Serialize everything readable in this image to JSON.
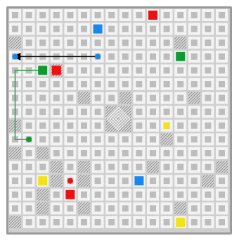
{
  "board": {
    "grid_rows": 16,
    "grid_cols": 16,
    "colors": {
      "frame": "#9a9a9a",
      "field": "#cfcfcf",
      "gap": "#d9d9d9",
      "tile_outer": "#f3f3f3",
      "tile_inner": "#bdbdbd",
      "hatch_light": "#dadada",
      "hatch_dark": "#8f8f8f"
    },
    "blocked_cells": [
      {
        "row": 2,
        "col": 0
      },
      {
        "row": 2,
        "col": 12
      },
      {
        "row": 4,
        "col": 3
      },
      {
        "row": 6,
        "col": 5
      },
      {
        "row": 6,
        "col": 8
      },
      {
        "row": 6,
        "col": 13
      },
      {
        "row": 8,
        "col": 0
      },
      {
        "row": 9,
        "col": 11
      },
      {
        "row": 10,
        "col": 0
      },
      {
        "row": 10,
        "col": 2
      },
      {
        "row": 11,
        "col": 3
      },
      {
        "row": 11,
        "col": 5
      },
      {
        "row": 11,
        "col": 10
      },
      {
        "row": 11,
        "col": 15
      },
      {
        "row": 12,
        "col": 3
      },
      {
        "row": 12,
        "col": 5
      },
      {
        "row": 12,
        "col": 14
      },
      {
        "row": 13,
        "col": 2
      },
      {
        "row": 14,
        "col": 2
      },
      {
        "row": 14,
        "col": 5
      },
      {
        "row": 14,
        "col": 12
      },
      {
        "row": 15,
        "col": 0
      }
    ],
    "center_block": {
      "row": 7,
      "col": 7,
      "rows": 2,
      "cols": 2
    }
  },
  "pieces": [
    {
      "row": 1,
      "col": 6,
      "color": "#1a86ee",
      "kind": "square"
    },
    {
      "row": 0,
      "col": 10,
      "color": "#ee1111",
      "kind": "square"
    },
    {
      "row": 3,
      "col": 12,
      "color": "#119933",
      "kind": "square"
    },
    {
      "row": 4,
      "col": 2,
      "color": "#119933",
      "kind": "square"
    },
    {
      "row": 4,
      "col": 3,
      "color": "#ee1111",
      "kind": "square"
    },
    {
      "row": 8,
      "col": 11,
      "color": "#f2e21a",
      "kind": "small-square"
    },
    {
      "row": 12,
      "col": 2,
      "color": "#f2e21a",
      "kind": "square"
    },
    {
      "row": 12,
      "col": 9,
      "color": "#1a86ee",
      "kind": "square"
    },
    {
      "row": 13,
      "col": 4,
      "color": "#ee1111",
      "kind": "square"
    },
    {
      "row": 15,
      "col": 12,
      "color": "#f2e21a",
      "kind": "square"
    }
  ],
  "markers": [
    {
      "row": 3,
      "col": 0,
      "color": "#1a86ee"
    },
    {
      "row": 3,
      "col": 6,
      "color": "#1a86ee"
    },
    {
      "row": 9,
      "col": 1,
      "color": "#119933"
    },
    {
      "row": 12,
      "col": 4,
      "color": "#ee1111"
    }
  ],
  "paths": [
    {
      "color": "#000000",
      "points": [
        [
          3,
          6
        ],
        [
          3,
          0
        ]
      ],
      "arrowhead": true
    },
    {
      "color": "#3aa050",
      "points": [
        [
          9,
          1
        ],
        [
          9,
          0
        ],
        [
          4,
          0
        ],
        [
          4,
          2
        ]
      ],
      "arrowhead": false
    }
  ]
}
